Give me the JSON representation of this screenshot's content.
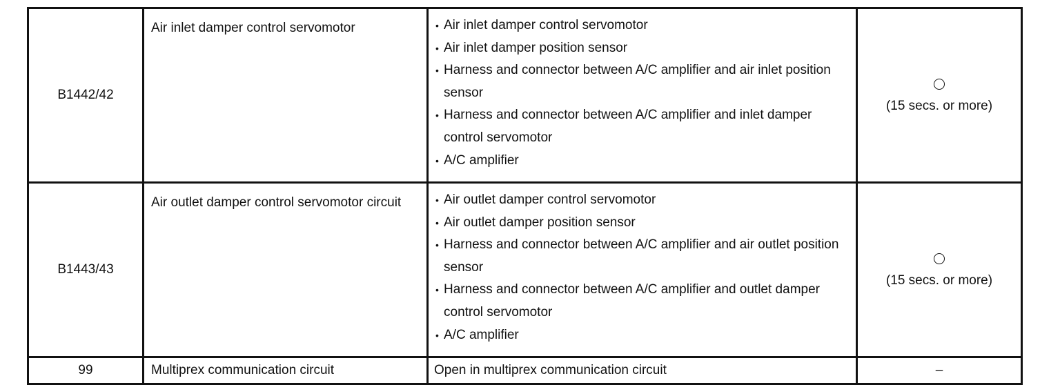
{
  "rows": [
    {
      "code": "B1442/42",
      "name": "Air inlet damper control servomotor",
      "areas": [
        "Air inlet damper control servomotor",
        "Air inlet damper position sensor",
        "Harness and connector between A/C amplifier and air inlet position sensor",
        "Harness and connector between A/C amplifier and inlet damper control servomotor",
        "A/C amplifier"
      ],
      "check_mark": "○",
      "check_note": "(15 secs. or more)"
    },
    {
      "code": "B1443/43",
      "name": "Air outlet damper control servomotor circuit",
      "areas": [
        "Air outlet damper control servomotor",
        "Air outlet damper position sensor",
        "Harness and connector between A/C amplifier and air outlet position sensor",
        "Harness and connector between A/C amplifier and outlet damper control servomotor",
        "A/C amplifier"
      ],
      "check_mark": "○",
      "check_note": "(15 secs. or more)"
    },
    {
      "code": "99",
      "name": "Multiprex communication circuit",
      "areas_text": "Open in multiprex communication circuit",
      "check_note": "–"
    }
  ]
}
